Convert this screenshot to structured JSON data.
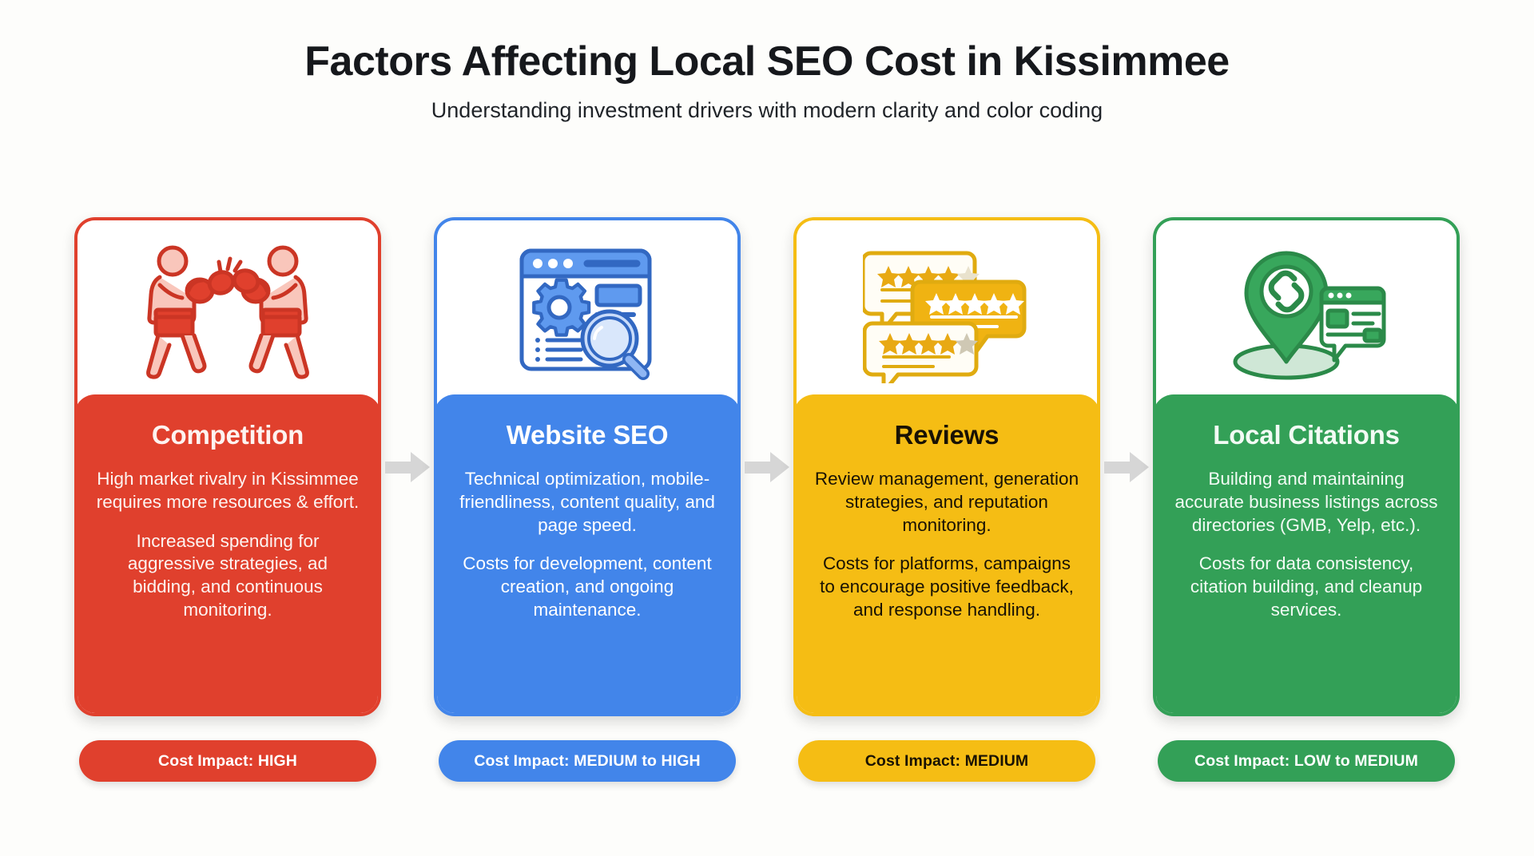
{
  "header": {
    "title": "Factors Affecting Local SEO Cost in Kissimmee",
    "subtitle": "Understanding investment drivers with modern clarity and color coding"
  },
  "colors": {
    "red": "#e0402d",
    "blue": "#4285ea",
    "yellow": "#f5bd14",
    "green": "#33a057",
    "arrow": "#d6d6d6",
    "background": "#fdfdfb"
  },
  "cards": [
    {
      "id": "competition",
      "icon": "boxing-gloves-icon",
      "title": "Competition",
      "paragraphs": [
        "High market rivalry in Kissimmee requires more resources & effort.",
        "Increased spending for aggressive strategies, ad bidding, and continuous monitoring."
      ],
      "badge": "Cost Impact: HIGH",
      "accent": "#e0402d",
      "text_color": "#fdf3f0"
    },
    {
      "id": "website-seo",
      "icon": "browser-gear-search-icon",
      "title": "Website SEO",
      "paragraphs": [
        "Technical optimization, mobile-friendliness, content quality, and page speed.",
        "Costs for development, content creation, and ongoing maintenance."
      ],
      "badge": "Cost Impact: MEDIUM to HIGH",
      "accent": "#4285ea",
      "text_color": "#ffffff"
    },
    {
      "id": "reviews",
      "icon": "star-review-bubbles-icon",
      "title": "Reviews",
      "paragraphs": [
        "Review management, generation strategies, and reputation monitoring.",
        "Costs for platforms, campaigns to encourage positive feedback, and response handling."
      ],
      "badge": "Cost Impact: MEDIUM",
      "accent": "#f5bd14",
      "text_color": "#191204"
    },
    {
      "id": "local-citations",
      "icon": "map-pin-link-listing-icon",
      "title": "Local Citations",
      "paragraphs": [
        "Building and maintaining accurate business listings across directories (GMB, Yelp, etc.).",
        "Costs for data consistency, citation building, and cleanup services."
      ],
      "badge": "Cost Impact: LOW to MEDIUM",
      "accent": "#33a057",
      "text_color": "#f2fbf4"
    }
  ],
  "connectors": [
    {
      "name": "arrow-1"
    },
    {
      "name": "arrow-2"
    },
    {
      "name": "arrow-3"
    }
  ]
}
